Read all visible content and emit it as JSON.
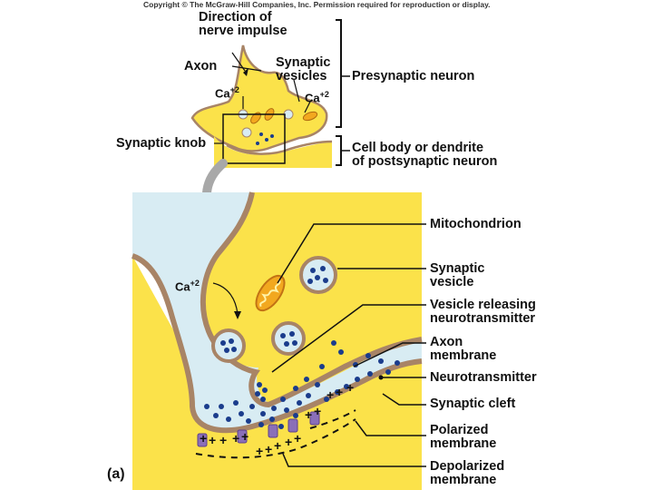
{
  "copyright": "Copyright © The McGraw-Hill Companies, Inc. Permission required for reproduction or display.",
  "panel_label": "(a)",
  "top": {
    "direction_line1": "Direction of",
    "direction_line2": "nerve impulse",
    "axon": "Axon",
    "synaptic_vesicles_line1": "Synaptic",
    "synaptic_vesicles_line2": "vesicles",
    "ca_base": "Ca",
    "ca_sup": "+2",
    "presynaptic": "Presynaptic neuron",
    "synaptic_knob": "Synaptic knob",
    "postsynaptic_line1": "Cell body or dendrite",
    "postsynaptic_line2": "of postsynaptic neuron"
  },
  "bottom": {
    "ca_base": "Ca",
    "ca_sup": "+2",
    "mitochondrion": "Mitochondrion",
    "synaptic_vesicle_line1": "Synaptic",
    "synaptic_vesicle_line2": "vesicle",
    "vesicle_releasing_line1": "Vesicle releasing",
    "vesicle_releasing_line2": "neurotransmitter",
    "axon_membrane_line1": "Axon",
    "axon_membrane_line2": "membrane",
    "neurotransmitter": "Neurotransmitter",
    "synaptic_cleft": "Synaptic cleft",
    "polarized_line1": "Polarized",
    "polarized_line2": "membrane",
    "depolarized_line1": "Depolarized",
    "depolarized_line2": "membrane"
  },
  "colors": {
    "cytoplasm": "#fbe24a",
    "membrane": "#a88466",
    "cleft": "#d8ecf3",
    "dot": "#1a3c8c",
    "mito": "#f2a81f",
    "channel": "#8a6fb8"
  }
}
